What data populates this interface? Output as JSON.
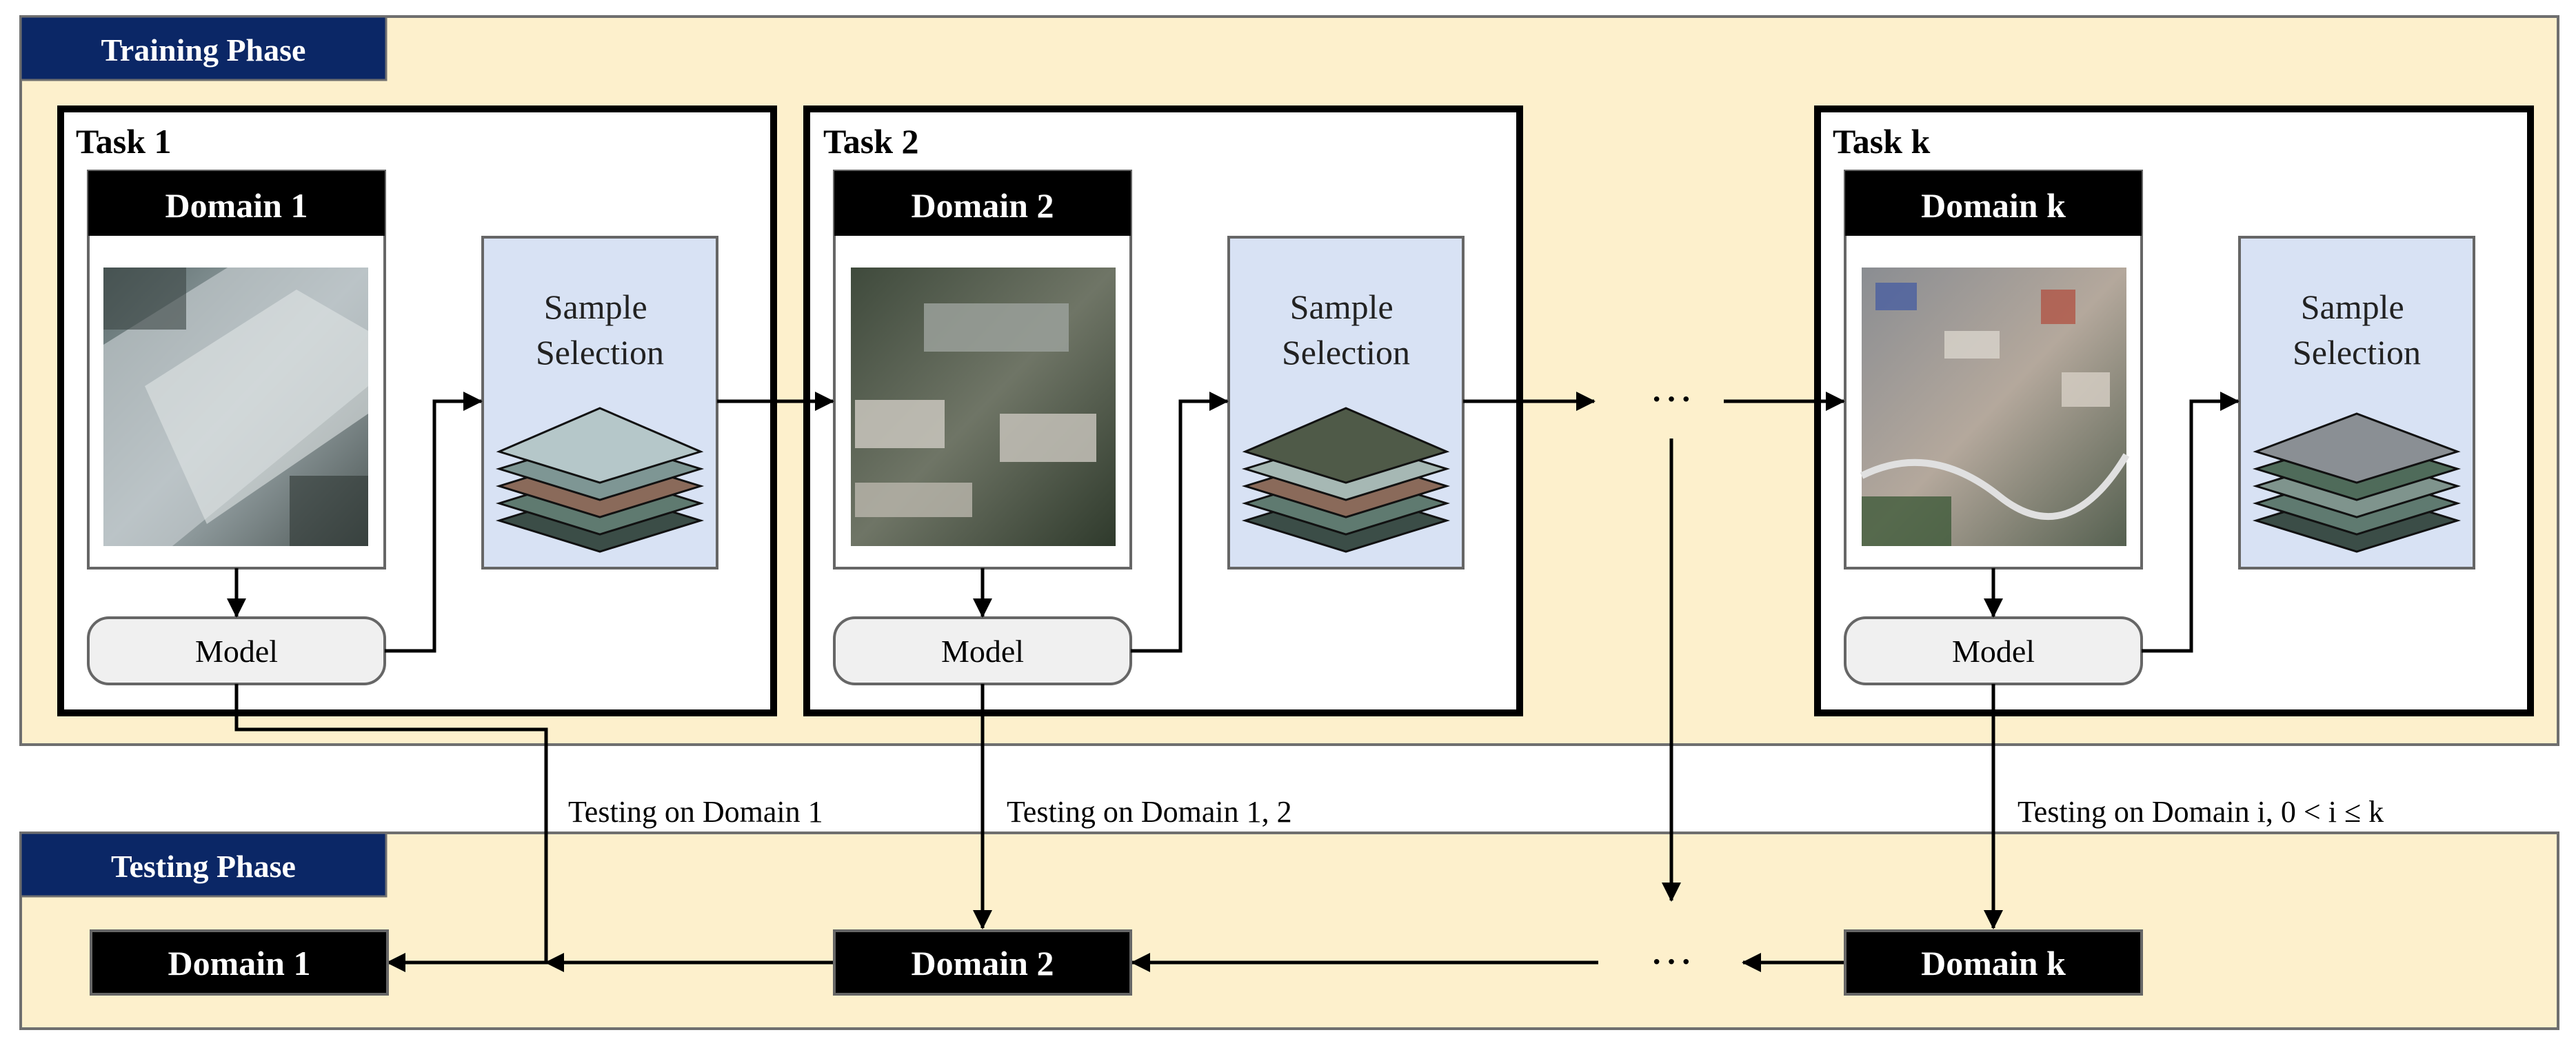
{
  "training": {
    "title": "Training Phase",
    "tasks": [
      {
        "title": "Task 1",
        "domain": "Domain 1",
        "selection": "Sample\nSelection",
        "model": "Model"
      },
      {
        "title": "Task 2",
        "domain": "Domain 2",
        "selection": "Sample\nSelection",
        "model": "Model"
      },
      {
        "title": "Task k",
        "domain": "Domain k",
        "selection": "Sample\nSelection",
        "model": "Model"
      }
    ],
    "ellipsis": "···"
  },
  "testing": {
    "title": "Testing Phase",
    "labels": [
      "Testing on Domain 1",
      "Testing on Domain 1, 2",
      "Testing on Domain i, 0 < i ≤ k"
    ],
    "domains": [
      "Domain 1",
      "Domain 2",
      "Domain k"
    ],
    "ellipsis": "···"
  },
  "colors": {
    "phase_background": "#fdf0cc",
    "phase_title_background": "#0b2766",
    "selection_background": "#d8e2f4",
    "domain_header": "#000000",
    "model_fill": "#f0f0f0"
  }
}
